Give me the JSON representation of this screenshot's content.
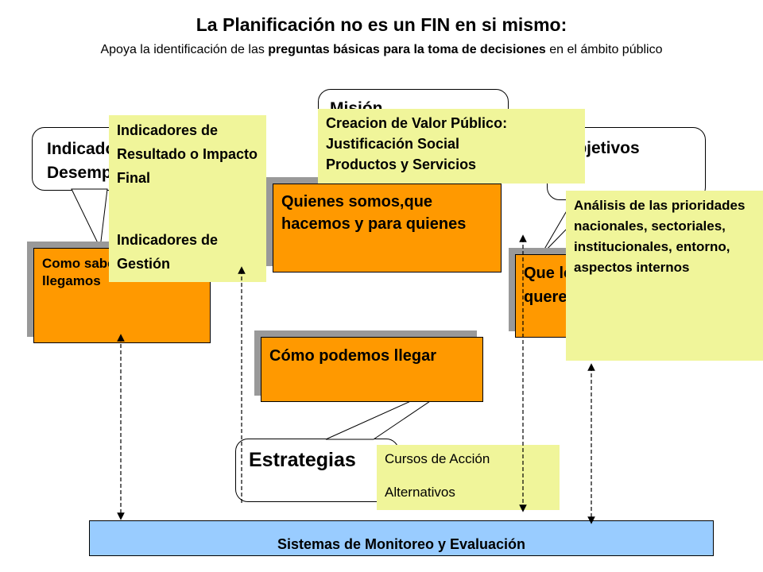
{
  "header": {
    "title": "La Planificación no es un FIN en si mismo:",
    "subtitle_a": "Apoya la identificación de las ",
    "subtitle_b": "preguntas básicas para la toma de decisiones",
    "subtitle_c": " en el ámbito público"
  },
  "callouts": {
    "indicadores": "Indicadores de Desempeño",
    "mision": "Misión",
    "objetivos": "Objetivos",
    "estrategias": "Estrategias"
  },
  "boxes": {
    "como_sabemos": "Como sabemos que llegamos",
    "quienes_somos": "Quienes somos,que hacemos  y para quienes",
    "que_logramos": "Que logramos queremos",
    "como_podemos": "Cómo podemos llegar"
  },
  "notes": {
    "indicadores_resultado": "Indicadores de Resultado o Impacto Final",
    "indicadores_gestion": "Indicadores de Gestión",
    "valor_publico_1": "Creacion de Valor Público:",
    "valor_publico_2": "Justificación Social",
    "valor_publico_3": "Productos y Servicios",
    "analisis": "Análisis de las prioridades nacionales, sectoriales, institucionales, entorno, aspectos internos",
    "cursos_1": "Cursos de Acción",
    "cursos_2": "Alternativos"
  },
  "footer": {
    "monitoreo": "Sistemas de Monitoreo y Evaluación"
  },
  "colors": {
    "orange": "#ff9900",
    "note": "#f0f59a",
    "monitor": "#99ccff",
    "shadow": "#999999"
  }
}
